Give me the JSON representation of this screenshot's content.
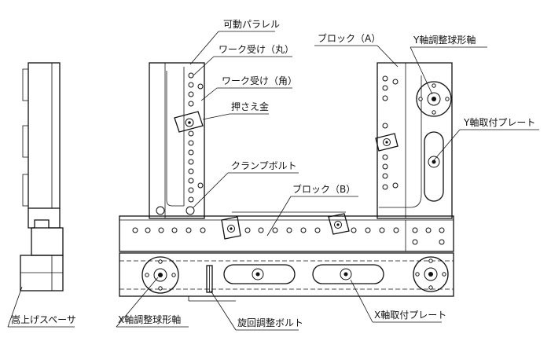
{
  "labels": {
    "movable_parallel": "可動パラレル",
    "work_rest_round": "ワーク受け（丸）",
    "work_rest_square": "ワーク受け（角）",
    "clamp_plate": "押さえ金",
    "clamp_bolt": "クランプボルト",
    "block_a": "ブロック（A）",
    "y_ball_shaft": "Y軸調整球形軸",
    "y_plate": "Y軸取付プレート",
    "block_b": "ブロック（B）",
    "riser_spacer": "嵩上げスペーサ",
    "x_ball_shaft": "X軸調整球形軸",
    "rotation_bolt": "旋回調整ボルト",
    "x_plate": "X軸取付プレート"
  }
}
